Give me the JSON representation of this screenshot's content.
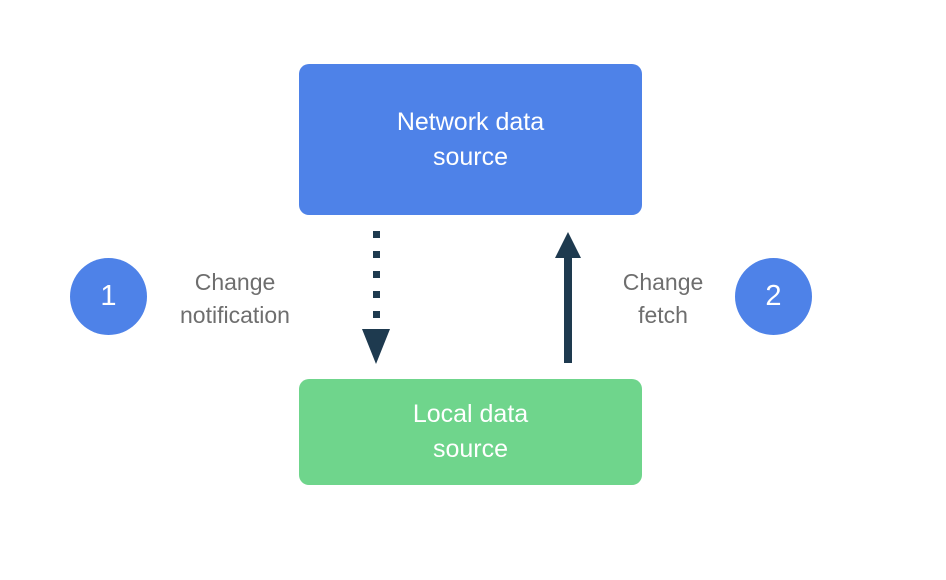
{
  "diagram": {
    "title": "Network and local data source synchronization diagram",
    "colors": {
      "background": "#ffffff",
      "box_blue": "#4e82e8",
      "box_green": "#6fd58c",
      "arrow_navy": "#1e3a4f",
      "label_gray": "#6e6e6e",
      "box_text": "#ffffff"
    },
    "network_box": {
      "label": "Network data source"
    },
    "local_box": {
      "label": "Local data source"
    },
    "steps": [
      {
        "number": "1",
        "label": "Change notification"
      },
      {
        "number": "2",
        "label": "Change fetch"
      }
    ],
    "arrows": [
      {
        "name": "change-notification-arrow",
        "style": "dotted",
        "direction": "down",
        "from": "Network data source",
        "to": "Local data source"
      },
      {
        "name": "change-fetch-arrow",
        "style": "solid",
        "direction": "up",
        "from": "Local data source",
        "to": "Network data source"
      }
    ]
  }
}
